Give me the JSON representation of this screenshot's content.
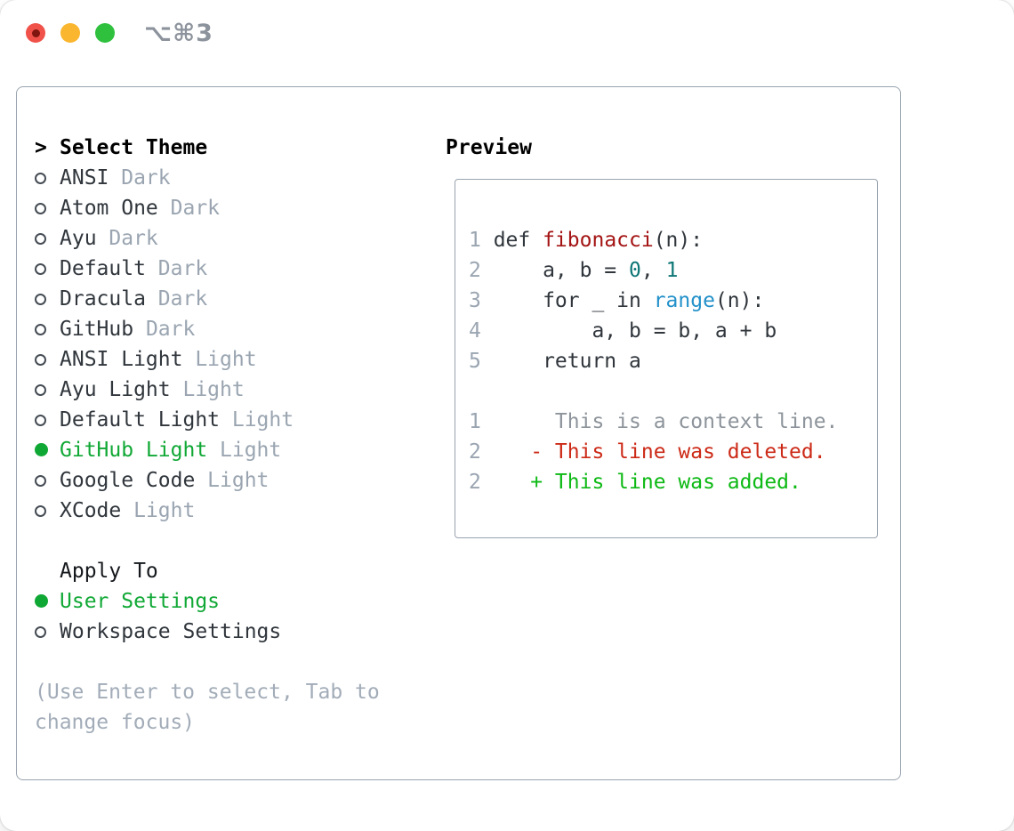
{
  "window": {
    "title": "⌥⌘3"
  },
  "colors": {
    "accent_green": "#10a835",
    "added_green": "#0db914",
    "deleted_red": "#cc2a17",
    "function_red": "#a41414",
    "builtin_blue": "#2391c9",
    "number_teal": "#0e7676",
    "muted_gray": "#9aa5b1",
    "text_dark": "#30363c",
    "border_gray": "#99a3ae"
  },
  "theme_panel": {
    "prompt_char": ">",
    "header": "Select Theme",
    "themes": [
      {
        "name": "ANSI",
        "variant": "Dark",
        "selected": false
      },
      {
        "name": "Atom One",
        "variant": "Dark",
        "selected": false
      },
      {
        "name": "Ayu",
        "variant": "Dark",
        "selected": false
      },
      {
        "name": "Default",
        "variant": "Dark",
        "selected": false
      },
      {
        "name": "Dracula",
        "variant": "Dark",
        "selected": false
      },
      {
        "name": "GitHub",
        "variant": "Dark",
        "selected": false
      },
      {
        "name": "ANSI Light",
        "variant": "Light",
        "selected": false
      },
      {
        "name": "Ayu Light",
        "variant": "Light",
        "selected": false
      },
      {
        "name": "Default Light",
        "variant": "Light",
        "selected": false
      },
      {
        "name": "GitHub Light",
        "variant": "Light",
        "selected": true
      },
      {
        "name": "Google Code",
        "variant": "Light",
        "selected": false
      },
      {
        "name": "XCode",
        "variant": "Light",
        "selected": false
      }
    ],
    "apply_to": {
      "header": "Apply To",
      "options": [
        {
          "label": "User Settings",
          "selected": true
        },
        {
          "label": "Workspace Settings",
          "selected": false
        }
      ]
    },
    "help_lines": [
      "(Use Enter to select, Tab to",
      "change focus)"
    ]
  },
  "preview": {
    "header": "Preview",
    "code": {
      "l1": {
        "num": "1",
        "kw": "def ",
        "fn": "fibonacci",
        "rest": "(n):"
      },
      "l2": {
        "num": "2",
        "pre": "    a, b = ",
        "n1": "0",
        "sep": ", ",
        "n2": "1"
      },
      "l3": {
        "num": "3",
        "pre": "    for _ in ",
        "fn": "range",
        "rest": "(n):"
      },
      "l4": {
        "num": "4",
        "text": "        a, b = b, a + b"
      },
      "l5": {
        "num": "5",
        "text": "    return a"
      },
      "d1": {
        "num": "1",
        "text": "     This is a context line."
      },
      "d2": {
        "num": "2",
        "text": "   - This line was deleted."
      },
      "d3": {
        "num": "2",
        "text": "   + This line was added."
      }
    }
  }
}
